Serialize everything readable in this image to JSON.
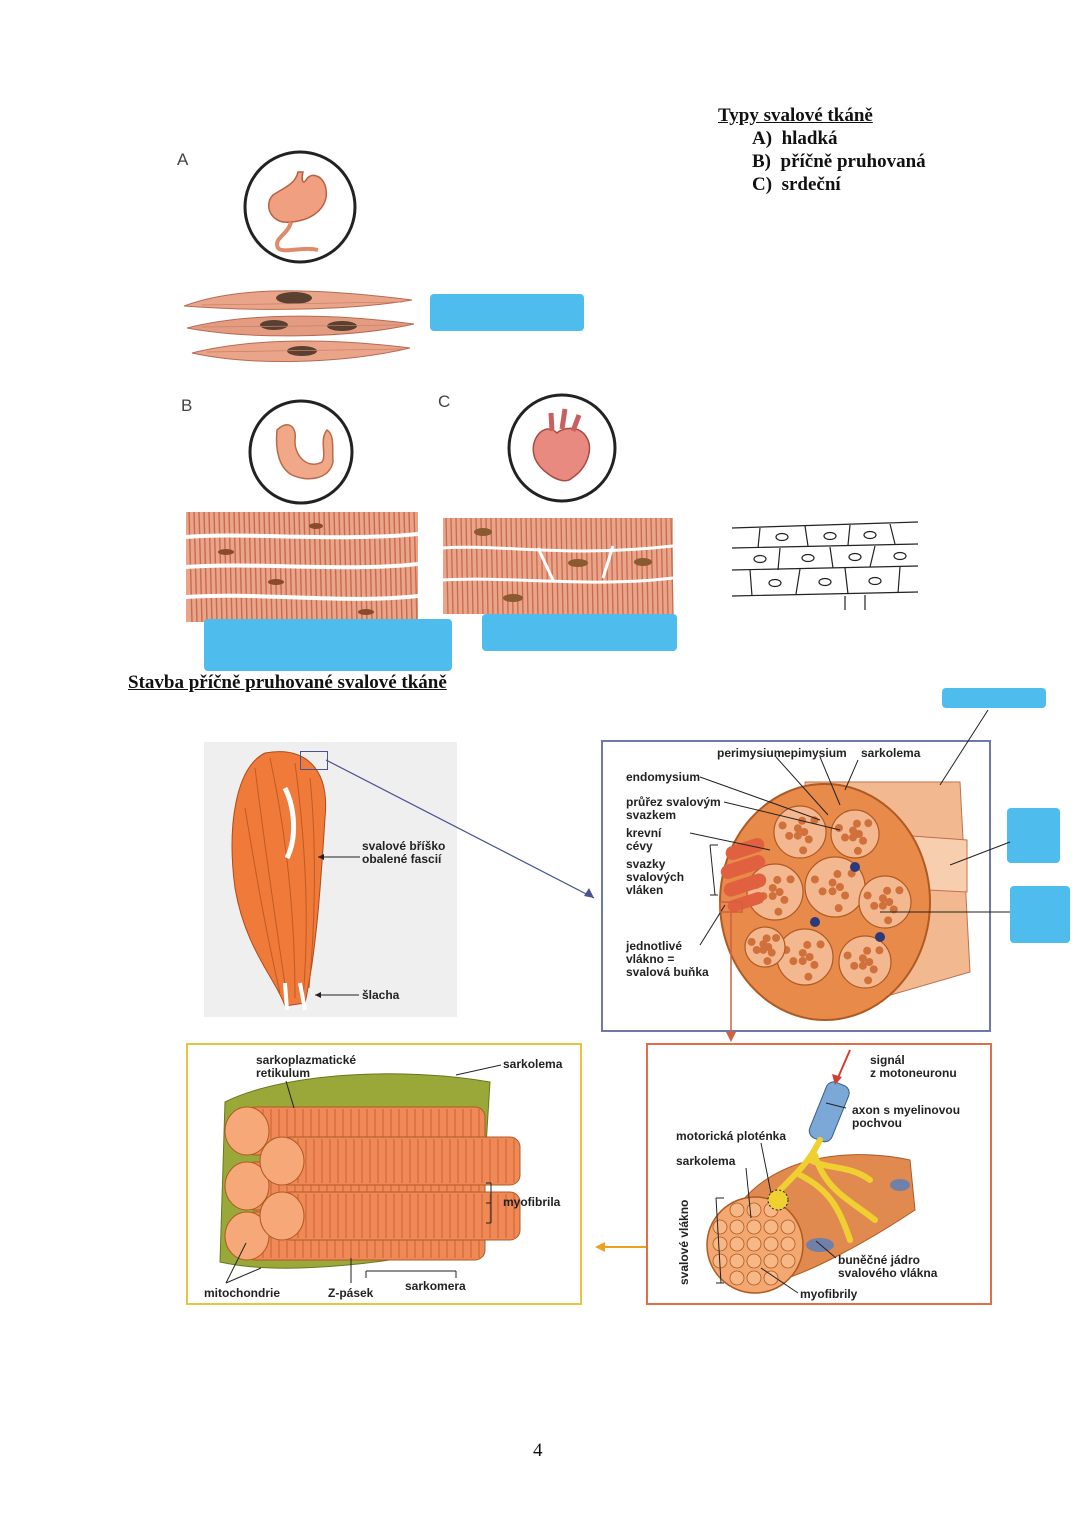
{
  "types": {
    "heading": "Typy svalové tkáně",
    "items": [
      {
        "letter": "A)",
        "text": "hladká"
      },
      {
        "letter": "B)",
        "text": "příčně pruhovaná"
      },
      {
        "letter": "C)",
        "text": "srdeční"
      }
    ]
  },
  "figure_letters": {
    "a": "A",
    "b": "B",
    "c": "C"
  },
  "structure": {
    "heading": "Stavba příčně pruhované svalové tkáně"
  },
  "muscle_panel": {
    "belly": "svalové bříško\nobalené fascií",
    "tendon": "šlacha"
  },
  "cross_section": {
    "perimysium": "perimysium",
    "epimysium": "epimysium",
    "sarkolema": "sarkolema",
    "endomysium": "endomysium",
    "bundle_section": "průřez svalovým\nsvazkem",
    "vessels": "krevní\ncévy",
    "bundles": "svazky\nsvalových\nvláken",
    "single_fiber": "jednotlivé\nvlákno =\nsvalová buňka"
  },
  "fiber_panel": {
    "reticulum": "sarkoplazmatické\nretikulum",
    "sarkolema": "sarkolema",
    "myofibril": "myofibrila",
    "mitochondria": "mitochondrie",
    "zband": "Z-pásek",
    "sarcomere": "sarkomera"
  },
  "neuron_panel": {
    "signal": "signál\nz motoneuronu",
    "axon": "axon s myelinovou\npochvou",
    "plate": "motorická ploténka",
    "sarkolema": "sarkolema",
    "fiber_vertical": "svalové vlákno",
    "nucleus": "buněčné jádro\nsvalového vlákna",
    "myofibrils": "myofibrily"
  },
  "page_number": "4",
  "colors": {
    "muscle": "#e9a489",
    "stripe": "#c86a4e",
    "orange": "#ef7a3a",
    "blue_box": "#4ebcec",
    "panel_blue": "#6f78a8",
    "panel_yellow": "#e6c640",
    "panel_red": "#e0704a"
  }
}
